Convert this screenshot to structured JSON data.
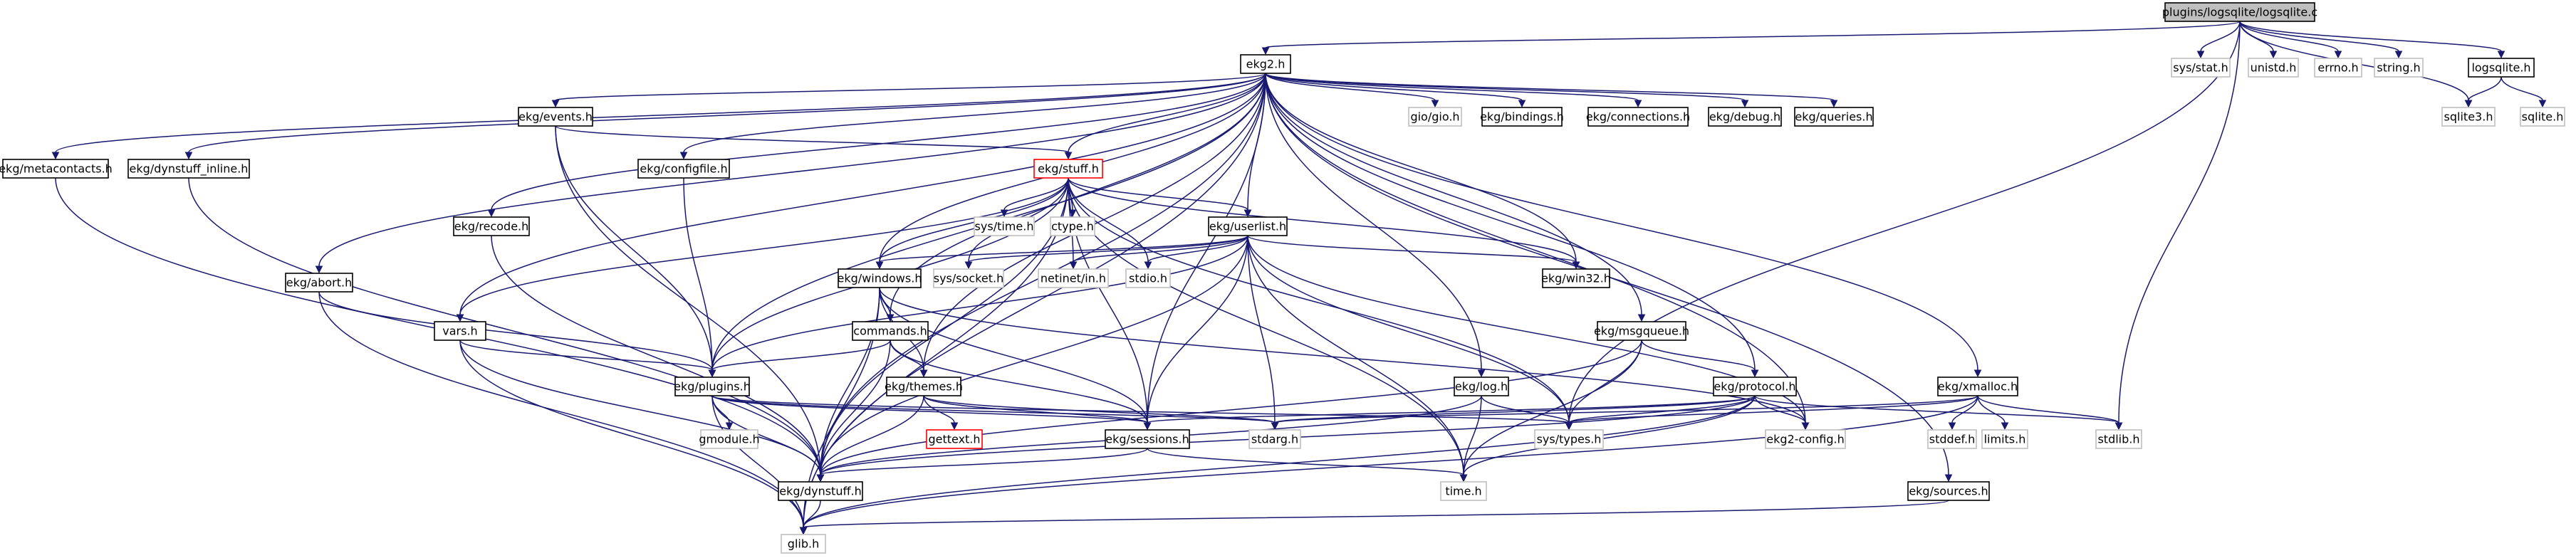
{
  "colors": {
    "edge": "#191970",
    "main_fill": "#bfbfbf",
    "doc_border": "#000000",
    "sys_border": "#bfbfbf",
    "truncated_border": "#ff0000",
    "background": "#ffffff"
  },
  "nodes": [
    {
      "id": "logsqlite_c",
      "label": "plugins/logsqlite/logsqlite.c",
      "kind": "main"
    },
    {
      "id": "ekg2_h",
      "label": "ekg2.h",
      "kind": "doc"
    },
    {
      "id": "sys_stat_h",
      "label": "sys/stat.h",
      "kind": "sys"
    },
    {
      "id": "unistd_h",
      "label": "unistd.h",
      "kind": "sys"
    },
    {
      "id": "errno_h",
      "label": "errno.h",
      "kind": "sys"
    },
    {
      "id": "string_h",
      "label": "string.h",
      "kind": "sys"
    },
    {
      "id": "logsqlite_h",
      "label": "logsqlite.h",
      "kind": "doc"
    },
    {
      "id": "sqlite3_h",
      "label": "sqlite3.h",
      "kind": "sys"
    },
    {
      "id": "sqlite_h",
      "label": "sqlite.h",
      "kind": "sys"
    },
    {
      "id": "metacontacts_h",
      "label": "ekg/metacontacts.h",
      "kind": "doc"
    },
    {
      "id": "dynstuff_inline_h",
      "label": "ekg/dynstuff_inline.h",
      "kind": "doc"
    },
    {
      "id": "events_h",
      "label": "ekg/events.h",
      "kind": "doc"
    },
    {
      "id": "configfile_h",
      "label": "ekg/configfile.h",
      "kind": "doc"
    },
    {
      "id": "stuff_h",
      "label": "ekg/stuff.h",
      "kind": "trunc"
    },
    {
      "id": "gio_h",
      "label": "gio/gio.h",
      "kind": "sys"
    },
    {
      "id": "bindings_h",
      "label": "ekg/bindings.h",
      "kind": "doc"
    },
    {
      "id": "connections_h",
      "label": "ekg/connections.h",
      "kind": "doc"
    },
    {
      "id": "debug_h",
      "label": "ekg/debug.h",
      "kind": "doc"
    },
    {
      "id": "queries_h",
      "label": "ekg/queries.h",
      "kind": "doc"
    },
    {
      "id": "recode_h",
      "label": "ekg/recode.h",
      "kind": "doc"
    },
    {
      "id": "abort_h",
      "label": "ekg/abort.h",
      "kind": "doc"
    },
    {
      "id": "sys_time_h",
      "label": "sys/time.h",
      "kind": "sys"
    },
    {
      "id": "ctype_h",
      "label": "ctype.h",
      "kind": "sys"
    },
    {
      "id": "userlist_h",
      "label": "ekg/userlist.h",
      "kind": "doc"
    },
    {
      "id": "windows_h",
      "label": "ekg/windows.h",
      "kind": "doc"
    },
    {
      "id": "sys_socket_h",
      "label": "sys/socket.h",
      "kind": "sys"
    },
    {
      "id": "netinet_in_h",
      "label": "netinet/in.h",
      "kind": "sys"
    },
    {
      "id": "stdio_h",
      "label": "stdio.h",
      "kind": "sys"
    },
    {
      "id": "win32_h",
      "label": "ekg/win32.h",
      "kind": "doc"
    },
    {
      "id": "vars_h",
      "label": "vars.h",
      "kind": "doc"
    },
    {
      "id": "commands_h",
      "label": "commands.h",
      "kind": "doc"
    },
    {
      "id": "msgqueue_h",
      "label": "ekg/msgqueue.h",
      "kind": "doc"
    },
    {
      "id": "plugins_h",
      "label": "ekg/plugins.h",
      "kind": "doc"
    },
    {
      "id": "themes_h",
      "label": "ekg/themes.h",
      "kind": "doc"
    },
    {
      "id": "log_h",
      "label": "ekg/log.h",
      "kind": "doc"
    },
    {
      "id": "protocol_h",
      "label": "ekg/protocol.h",
      "kind": "doc"
    },
    {
      "id": "xmalloc_h",
      "label": "ekg/xmalloc.h",
      "kind": "doc"
    },
    {
      "id": "gmodule_h",
      "label": "gmodule.h",
      "kind": "sys"
    },
    {
      "id": "gettext_h",
      "label": "gettext.h",
      "kind": "trunc"
    },
    {
      "id": "sessions_h",
      "label": "ekg/sessions.h",
      "kind": "doc"
    },
    {
      "id": "stdarg_h",
      "label": "stdarg.h",
      "kind": "sys"
    },
    {
      "id": "sys_types_h",
      "label": "sys/types.h",
      "kind": "sys"
    },
    {
      "id": "ekg2_config_h",
      "label": "ekg2-config.h",
      "kind": "sys"
    },
    {
      "id": "stddef_h",
      "label": "stddef.h",
      "kind": "sys"
    },
    {
      "id": "limits_h",
      "label": "limits.h",
      "kind": "sys"
    },
    {
      "id": "stdlib_h",
      "label": "stdlib.h",
      "kind": "sys"
    },
    {
      "id": "dynstuff_h",
      "label": "ekg/dynstuff.h",
      "kind": "doc"
    },
    {
      "id": "time_h",
      "label": "time.h",
      "kind": "sys"
    },
    {
      "id": "sources_h",
      "label": "ekg/sources.h",
      "kind": "doc"
    },
    {
      "id": "glib_h",
      "label": "glib.h",
      "kind": "sys"
    }
  ],
  "edges": [
    [
      "logsqlite_c",
      "ekg2_h"
    ],
    [
      "logsqlite_c",
      "sys_stat_h"
    ],
    [
      "logsqlite_c",
      "unistd_h"
    ],
    [
      "logsqlite_c",
      "errno_h"
    ],
    [
      "logsqlite_c",
      "string_h"
    ],
    [
      "logsqlite_c",
      "logsqlite_h"
    ],
    [
      "logsqlite_c",
      "sqlite3_h"
    ],
    [
      "logsqlite_c",
      "sys_types_h"
    ],
    [
      "logsqlite_c",
      "stdlib_h"
    ],
    [
      "logsqlite_h",
      "sqlite3_h"
    ],
    [
      "logsqlite_h",
      "sqlite_h"
    ],
    [
      "ekg2_h",
      "metacontacts_h"
    ],
    [
      "ekg2_h",
      "dynstuff_inline_h"
    ],
    [
      "ekg2_h",
      "events_h"
    ],
    [
      "ekg2_h",
      "configfile_h"
    ],
    [
      "ekg2_h",
      "stuff_h"
    ],
    [
      "ekg2_h",
      "gio_h"
    ],
    [
      "ekg2_h",
      "bindings_h"
    ],
    [
      "ekg2_h",
      "connections_h"
    ],
    [
      "ekg2_h",
      "debug_h"
    ],
    [
      "ekg2_h",
      "queries_h"
    ],
    [
      "ekg2_h",
      "recode_h"
    ],
    [
      "ekg2_h",
      "abort_h"
    ],
    [
      "ekg2_h",
      "userlist_h"
    ],
    [
      "ekg2_h",
      "windows_h"
    ],
    [
      "ekg2_h",
      "win32_h"
    ],
    [
      "ekg2_h",
      "vars_h"
    ],
    [
      "ekg2_h",
      "commands_h"
    ],
    [
      "ekg2_h",
      "msgqueue_h"
    ],
    [
      "ekg2_h",
      "plugins_h"
    ],
    [
      "ekg2_h",
      "themes_h"
    ],
    [
      "ekg2_h",
      "log_h"
    ],
    [
      "ekg2_h",
      "protocol_h"
    ],
    [
      "ekg2_h",
      "xmalloc_h"
    ],
    [
      "ekg2_h",
      "sessions_h"
    ],
    [
      "ekg2_h",
      "ekg2_config_h"
    ],
    [
      "ekg2_h",
      "dynstuff_h"
    ],
    [
      "ekg2_h",
      "sources_h"
    ],
    [
      "ekg2_h",
      "glib_h"
    ],
    [
      "metacontacts_h",
      "dynstuff_h"
    ],
    [
      "dynstuff_inline_h",
      "dynstuff_h"
    ],
    [
      "events_h",
      "stuff_h"
    ],
    [
      "events_h",
      "plugins_h"
    ],
    [
      "events_h",
      "dynstuff_h"
    ],
    [
      "configfile_h",
      "plugins_h"
    ],
    [
      "stuff_h",
      "sys_time_h"
    ],
    [
      "stuff_h",
      "ctype_h"
    ],
    [
      "stuff_h",
      "userlist_h"
    ],
    [
      "stuff_h",
      "windows_h"
    ],
    [
      "stuff_h",
      "sys_socket_h"
    ],
    [
      "stuff_h",
      "netinet_in_h"
    ],
    [
      "stuff_h",
      "stdio_h"
    ],
    [
      "stuff_h",
      "win32_h"
    ],
    [
      "stuff_h",
      "vars_h"
    ],
    [
      "stuff_h",
      "plugins_h"
    ],
    [
      "stuff_h",
      "sessions_h"
    ],
    [
      "stuff_h",
      "sys_types_h"
    ],
    [
      "stuff_h",
      "dynstuff_h"
    ],
    [
      "stuff_h",
      "time_h"
    ],
    [
      "stuff_h",
      "glib_h"
    ],
    [
      "recode_h",
      "dynstuff_h"
    ],
    [
      "abort_h",
      "plugins_h"
    ],
    [
      "abort_h",
      "glib_h"
    ],
    [
      "userlist_h",
      "windows_h"
    ],
    [
      "userlist_h",
      "sys_socket_h"
    ],
    [
      "userlist_h",
      "netinet_in_h"
    ],
    [
      "userlist_h",
      "stdio_h"
    ],
    [
      "userlist_h",
      "win32_h"
    ],
    [
      "userlist_h",
      "plugins_h"
    ],
    [
      "userlist_h",
      "sessions_h"
    ],
    [
      "userlist_h",
      "stdarg_h"
    ],
    [
      "userlist_h",
      "sys_types_h"
    ],
    [
      "userlist_h",
      "ekg2_config_h"
    ],
    [
      "userlist_h",
      "dynstuff_h"
    ],
    [
      "userlist_h",
      "time_h"
    ],
    [
      "windows_h",
      "commands_h"
    ],
    [
      "windows_h",
      "themes_h"
    ],
    [
      "windows_h",
      "sessions_h"
    ],
    [
      "windows_h",
      "dynstuff_h"
    ],
    [
      "windows_h",
      "ekg2_config_h"
    ],
    [
      "windows_h",
      "glib_h"
    ],
    [
      "vars_h",
      "plugins_h"
    ],
    [
      "vars_h",
      "dynstuff_h"
    ],
    [
      "vars_h",
      "glib_h"
    ],
    [
      "commands_h",
      "plugins_h"
    ],
    [
      "commands_h",
      "themes_h"
    ],
    [
      "commands_h",
      "sessions_h"
    ],
    [
      "commands_h",
      "dynstuff_h"
    ],
    [
      "msgqueue_h",
      "protocol_h"
    ],
    [
      "msgqueue_h",
      "sys_types_h"
    ],
    [
      "msgqueue_h",
      "dynstuff_h"
    ],
    [
      "msgqueue_h",
      "time_h"
    ],
    [
      "plugins_h",
      "gmodule_h"
    ],
    [
      "plugins_h",
      "sessions_h"
    ],
    [
      "plugins_h",
      "stdarg_h"
    ],
    [
      "plugins_h",
      "sys_types_h"
    ],
    [
      "plugins_h",
      "dynstuff_h"
    ],
    [
      "plugins_h",
      "glib_h"
    ],
    [
      "themes_h",
      "gettext_h"
    ],
    [
      "themes_h",
      "sessions_h"
    ],
    [
      "themes_h",
      "stdarg_h"
    ],
    [
      "themes_h",
      "dynstuff_h"
    ],
    [
      "log_h",
      "sys_types_h"
    ],
    [
      "log_h",
      "dynstuff_h"
    ],
    [
      "log_h",
      "time_h"
    ],
    [
      "protocol_h",
      "sessions_h"
    ],
    [
      "protocol_h",
      "stdarg_h"
    ],
    [
      "protocol_h",
      "sys_types_h"
    ],
    [
      "protocol_h",
      "ekg2_config_h"
    ],
    [
      "protocol_h",
      "stdlib_h"
    ],
    [
      "protocol_h",
      "dynstuff_h"
    ],
    [
      "protocol_h",
      "time_h"
    ],
    [
      "protocol_h",
      "glib_h"
    ],
    [
      "xmalloc_h",
      "sys_types_h"
    ],
    [
      "xmalloc_h",
      "stddef_h"
    ],
    [
      "xmalloc_h",
      "limits_h"
    ],
    [
      "xmalloc_h",
      "stdarg_h"
    ],
    [
      "xmalloc_h",
      "stdlib_h"
    ],
    [
      "xmalloc_h",
      "glib_h"
    ],
    [
      "sessions_h",
      "dynstuff_h"
    ],
    [
      "sessions_h",
      "time_h"
    ],
    [
      "dynstuff_h",
      "glib_h"
    ],
    [
      "sources_h",
      "glib_h"
    ]
  ]
}
